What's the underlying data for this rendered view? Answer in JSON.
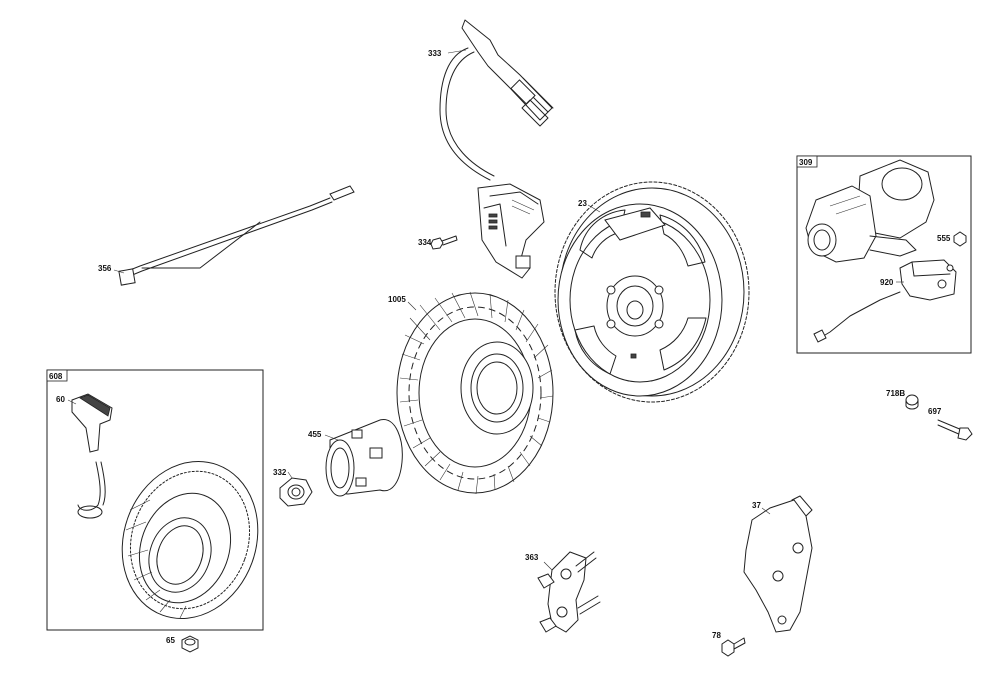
{
  "callouts": {
    "c333": "333",
    "c334": "334",
    "c23": "23",
    "c309": "309",
    "c555": "555",
    "c920": "920",
    "c356": "356",
    "c1005": "1005",
    "c608": "608",
    "c60": "60",
    "c455": "455",
    "c332": "332",
    "c718b": "718B",
    "c697": "697",
    "c37": "37",
    "c363": "363",
    "c65": "65",
    "c78": "78"
  }
}
